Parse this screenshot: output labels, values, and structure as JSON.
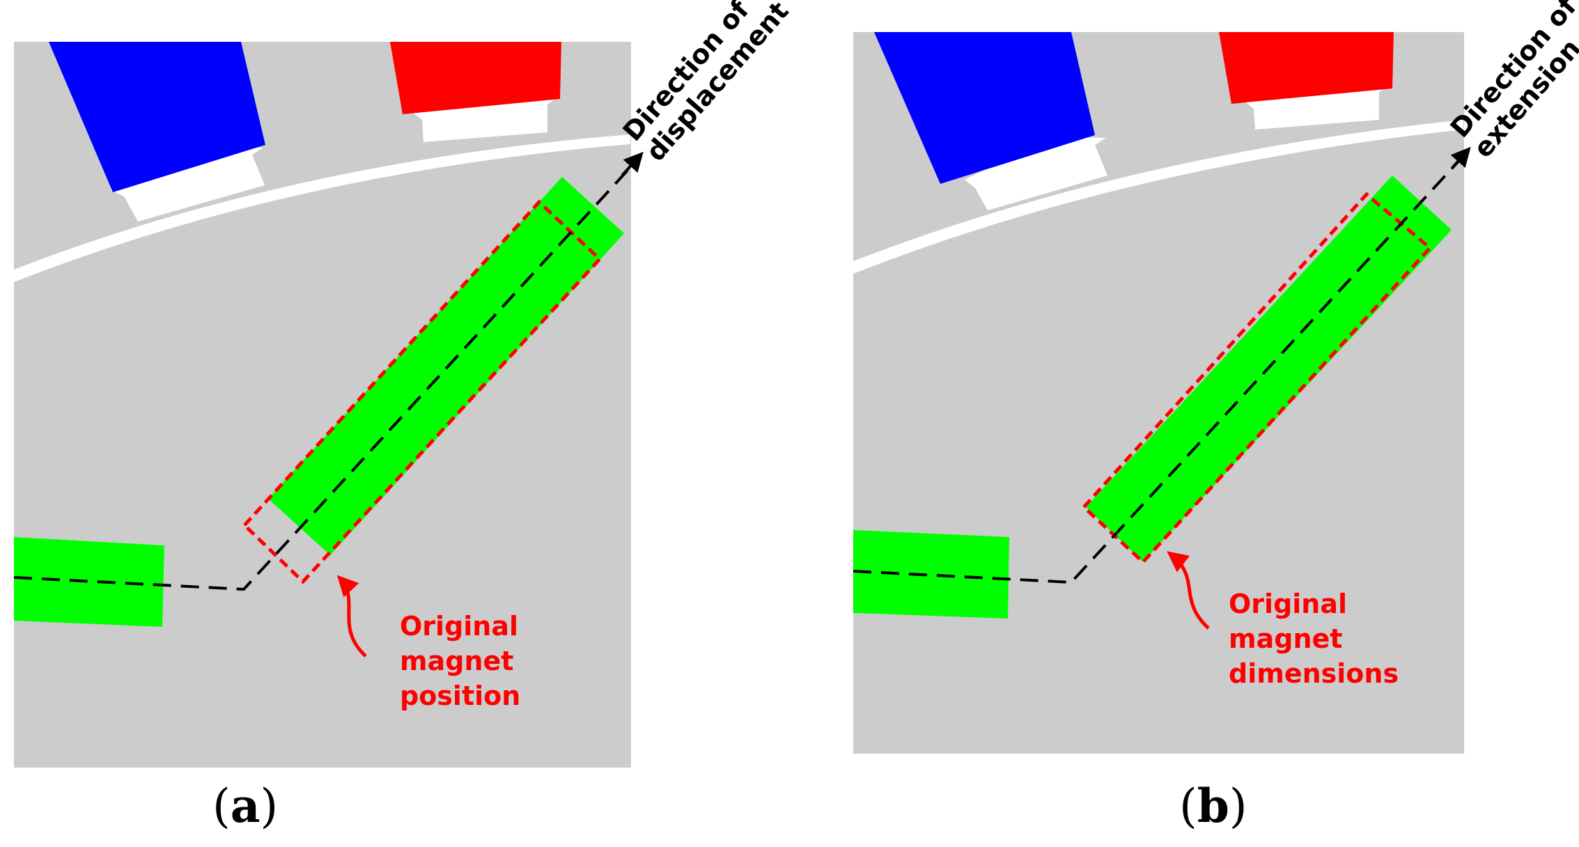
{
  "colors": {
    "background": "#ffffff",
    "iron": "#cccccc",
    "coil_a": "#0000ff",
    "coil_b": "#ff0000",
    "magnet": "#00ff00",
    "original_outline": "#ff0000",
    "axis": "#000000"
  },
  "panel_a": {
    "caption_open": "(",
    "caption_letter": "a",
    "caption_close": ")",
    "direction_label_line1": "Direction of",
    "direction_label_line2": "displacement",
    "callout_line1": "Original",
    "callout_line2": "magnet",
    "callout_line3": "position"
  },
  "panel_b": {
    "caption_open": "(",
    "caption_letter": "b",
    "caption_close": ")",
    "direction_label_line1": "Direction of",
    "direction_label_line2": "extension",
    "callout_line1": "Original",
    "callout_line2": "magnet",
    "callout_line3": "dimensions"
  }
}
